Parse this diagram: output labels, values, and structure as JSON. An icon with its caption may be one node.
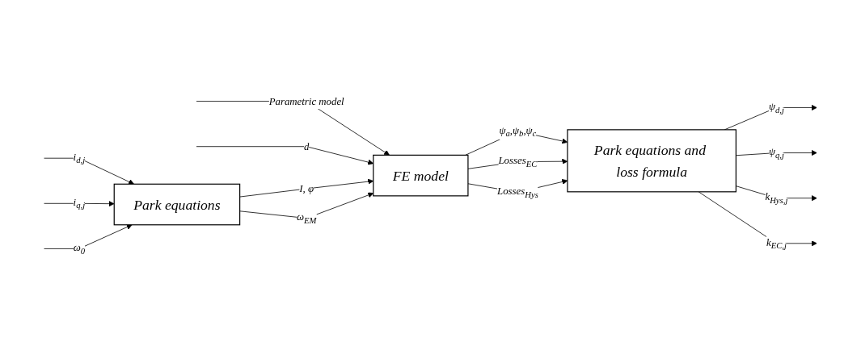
{
  "diagram": {
    "nodes": [
      {
        "text": [
          "Park equations"
        ]
      },
      {
        "text": [
          "FE model"
        ]
      },
      {
        "text": [
          "Park equations and loss formula"
        ]
      }
    ],
    "edges": [
      {
        "from": null,
        "to": 0,
        "arrow": "to",
        "label": "i$_{d,j}$"
      },
      {
        "from": null,
        "to": 0,
        "arrow": "to",
        "label": "i$_{q,j}$"
      },
      {
        "from": null,
        "to": 0,
        "arrow": "to",
        "label": "ω$_{0}$"
      },
      {
        "from": null,
        "to": 1,
        "arrow": "to",
        "label": "Parametric model"
      },
      {
        "from": null,
        "to": 1,
        "arrow": "to",
        "label": "d"
      },
      {
        "from": 0,
        "to": 1,
        "arrow": "to",
        "label": "I, φ"
      },
      {
        "from": 0,
        "to": 1,
        "arrow": "to",
        "label": "ω$_{EM}$"
      },
      {
        "from": 1,
        "to": 2,
        "arrow": "to",
        "label": "ψ$_{a}$,ψ$_{b}$,ψ$_{c}$"
      },
      {
        "from": 1,
        "to": 2,
        "arrow": "to",
        "label": "Losses$_{EC}$"
      },
      {
        "from": 1,
        "to": 2,
        "arrow": "to",
        "label": "Losses$_{Hys}$"
      },
      {
        "from": 2,
        "to": null,
        "arrow": "to",
        "label": "ψ$_{d,j}$"
      },
      {
        "from": 2,
        "to": null,
        "arrow": "to",
        "label": "ψ$_{q,j}$"
      },
      {
        "from": 2,
        "to": null,
        "arrow": "to",
        "label": "k$_{Hys,j}$"
      },
      {
        "from": 2,
        "to": null,
        "arrow": "to",
        "label": "k$_{EC,j}$"
      }
    ]
  }
}
